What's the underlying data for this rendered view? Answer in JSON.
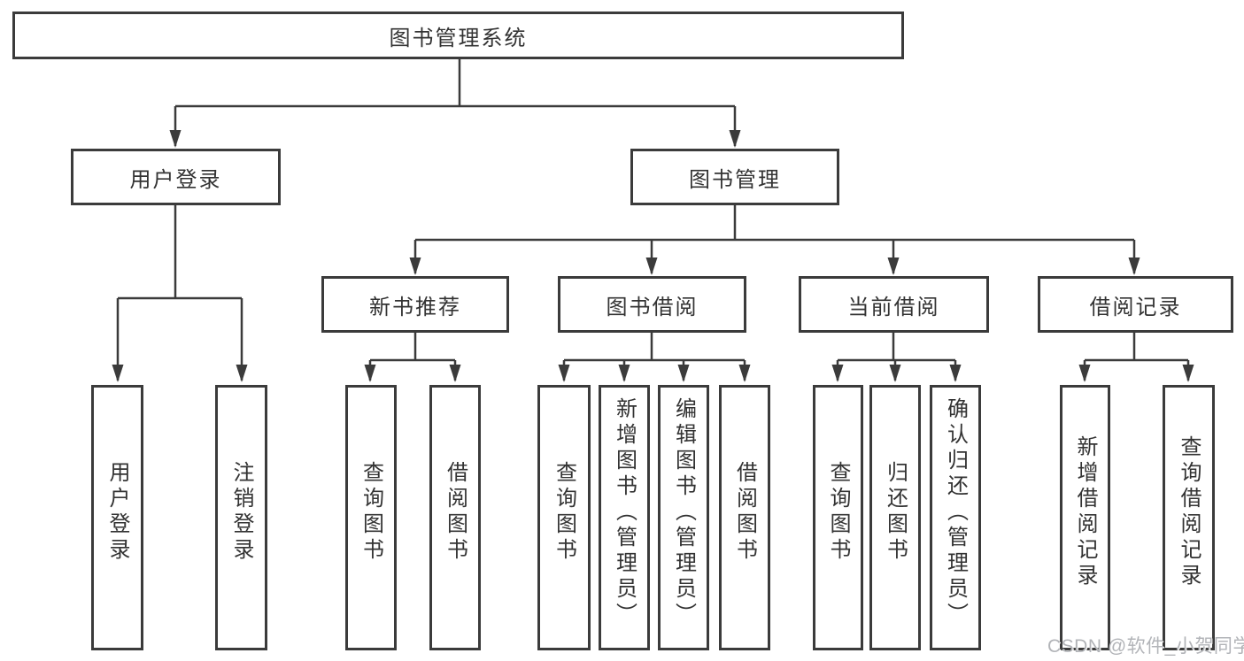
{
  "diagram": {
    "root": {
      "label": "图书管理系统"
    },
    "level2": [
      {
        "id": "user-login",
        "label": "用户登录"
      },
      {
        "id": "book-management",
        "label": "图书管理"
      }
    ],
    "level3": [
      {
        "id": "new-book-recommend",
        "label": "新书推荐"
      },
      {
        "id": "book-borrow",
        "label": "图书借阅"
      },
      {
        "id": "current-borrow",
        "label": "当前借阅"
      },
      {
        "id": "borrow-records",
        "label": "借阅记录"
      }
    ],
    "leaves": {
      "user_login": [
        "用户登录",
        "注销登录"
      ],
      "new_book_recommend": [
        "查询图书",
        "借阅图书"
      ],
      "book_borrow": [
        "查询图书",
        "新增图书（管理员）",
        "编辑图书（管理员）",
        "借阅图书"
      ],
      "current_borrow": [
        "查询图书",
        "归还图书",
        "确认归还（管理员）"
      ],
      "borrow_records": [
        "新增借阅记录",
        "查询借阅记录"
      ]
    }
  },
  "watermark": {
    "text": "CSDN @软件_小贺同学"
  },
  "colors": {
    "line": "#3b3b3b",
    "text": "#333333",
    "background": "#ffffff",
    "watermark": "#b2b4b8"
  }
}
